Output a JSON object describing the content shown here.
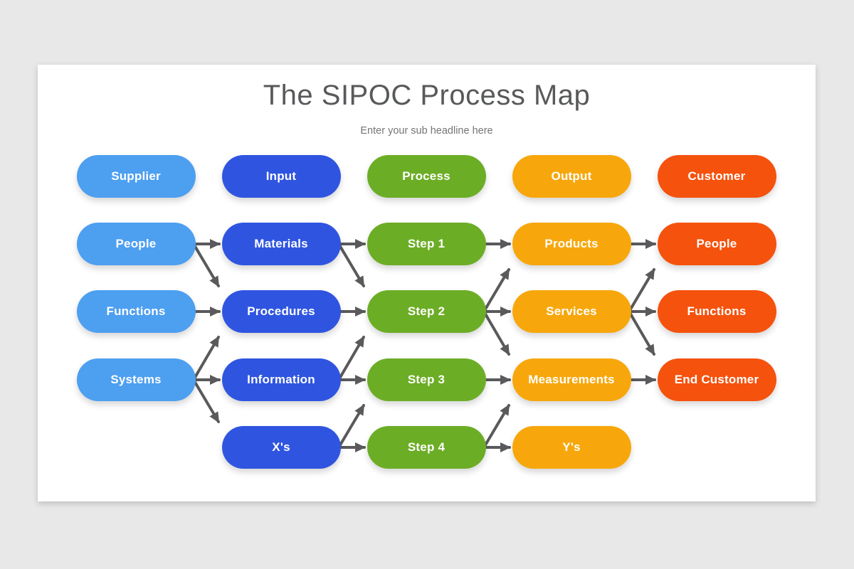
{
  "page": {
    "background": "#e8e8e8",
    "slide_background": "#ffffff"
  },
  "header": {
    "title": "The SIPOC Process Map",
    "subtitle": "Enter your sub headline here"
  },
  "colors": {
    "supplier": "#4d9ff0",
    "input": "#2f55e0",
    "process": "#6cad26",
    "output": "#f7a70c",
    "customer": "#f5520d",
    "arrow": "#5a5a5c"
  },
  "diagram": {
    "nodes": [
      {
        "id": "supplier",
        "label": "Supplier",
        "col": 0,
        "row": 0,
        "color": "supplier"
      },
      {
        "id": "input",
        "label": "Input",
        "col": 1,
        "row": 0,
        "color": "input"
      },
      {
        "id": "process",
        "label": "Process",
        "col": 2,
        "row": 0,
        "color": "process"
      },
      {
        "id": "output",
        "label": "Output",
        "col": 3,
        "row": 0,
        "color": "output"
      },
      {
        "id": "customer",
        "label": "Customer",
        "col": 4,
        "row": 0,
        "color": "customer"
      },
      {
        "id": "people-supplier",
        "label": "People",
        "col": 0,
        "row": 1,
        "color": "supplier"
      },
      {
        "id": "materials",
        "label": "Materials",
        "col": 1,
        "row": 1,
        "color": "input"
      },
      {
        "id": "step-1",
        "label": "Step 1",
        "col": 2,
        "row": 1,
        "color": "process"
      },
      {
        "id": "products",
        "label": "Products",
        "col": 3,
        "row": 1,
        "color": "output"
      },
      {
        "id": "people-customer",
        "label": "People",
        "col": 4,
        "row": 1,
        "color": "customer"
      },
      {
        "id": "functions-supplier",
        "label": "Functions",
        "col": 0,
        "row": 2,
        "color": "supplier"
      },
      {
        "id": "procedures",
        "label": "Procedures",
        "col": 1,
        "row": 2,
        "color": "input"
      },
      {
        "id": "step-2",
        "label": "Step 2",
        "col": 2,
        "row": 2,
        "color": "process"
      },
      {
        "id": "services",
        "label": "Services",
        "col": 3,
        "row": 2,
        "color": "output"
      },
      {
        "id": "functions-customer",
        "label": "Functions",
        "col": 4,
        "row": 2,
        "color": "customer"
      },
      {
        "id": "systems",
        "label": "Systems",
        "col": 0,
        "row": 3,
        "color": "supplier"
      },
      {
        "id": "information",
        "label": "Information",
        "col": 1,
        "row": 3,
        "color": "input"
      },
      {
        "id": "step-3",
        "label": "Step 3",
        "col": 2,
        "row": 3,
        "color": "process"
      },
      {
        "id": "measurements",
        "label": "Measurements",
        "col": 3,
        "row": 3,
        "color": "output"
      },
      {
        "id": "end-customer",
        "label": "End Customer",
        "col": 4,
        "row": 3,
        "color": "customer"
      },
      {
        "id": "xs",
        "label": "X's",
        "col": 1,
        "row": 4,
        "color": "input"
      },
      {
        "id": "step-4",
        "label": "Step 4",
        "col": 2,
        "row": 4,
        "color": "process"
      },
      {
        "id": "ys",
        "label": "Y's",
        "col": 3,
        "row": 4,
        "color": "output"
      }
    ],
    "connections": [
      {
        "from": "people-supplier",
        "to": "materials"
      },
      {
        "from": "people-supplier",
        "to": "procedures"
      },
      {
        "from": "functions-supplier",
        "to": "procedures"
      },
      {
        "from": "systems",
        "to": "procedures"
      },
      {
        "from": "systems",
        "to": "information"
      },
      {
        "from": "systems",
        "to": "xs"
      },
      {
        "from": "materials",
        "to": "step-1"
      },
      {
        "from": "materials",
        "to": "step-2"
      },
      {
        "from": "procedures",
        "to": "step-2"
      },
      {
        "from": "information",
        "to": "step-2"
      },
      {
        "from": "information",
        "to": "step-3"
      },
      {
        "from": "xs",
        "to": "step-3"
      },
      {
        "from": "xs",
        "to": "step-4"
      },
      {
        "from": "step-1",
        "to": "products"
      },
      {
        "from": "step-2",
        "to": "products"
      },
      {
        "from": "step-2",
        "to": "services"
      },
      {
        "from": "step-2",
        "to": "measurements"
      },
      {
        "from": "step-3",
        "to": "measurements"
      },
      {
        "from": "step-4",
        "to": "measurements"
      },
      {
        "from": "step-4",
        "to": "ys"
      },
      {
        "from": "products",
        "to": "people-customer"
      },
      {
        "from": "services",
        "to": "people-customer"
      },
      {
        "from": "services",
        "to": "functions-customer"
      },
      {
        "from": "services",
        "to": "end-customer"
      },
      {
        "from": "measurements",
        "to": "end-customer"
      }
    ]
  }
}
